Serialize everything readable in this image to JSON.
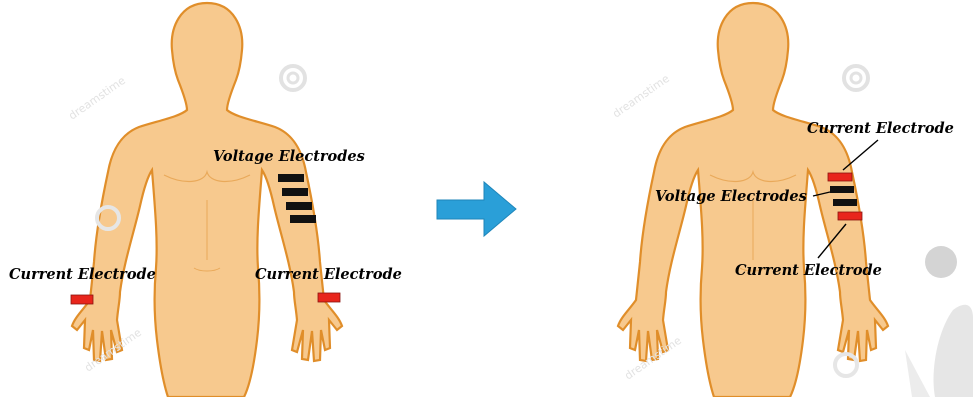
{
  "left_figure": {
    "voltage_label": "Voltage Electrodes",
    "current_label_left": "Current Electrode",
    "current_label_right": "Current Electrode"
  },
  "right_figure": {
    "current_label_top": "Current Electrode",
    "voltage_label": "Voltage Electrodes",
    "current_label_bottom": "Current Electrode"
  },
  "watermark": "dreamstime",
  "colors": {
    "skin": "#F7C98E",
    "outline": "#E08E2A",
    "voltage_electrode": "#111111",
    "current_electrode": "#E8251C",
    "arrow": "#2A9FD8"
  }
}
